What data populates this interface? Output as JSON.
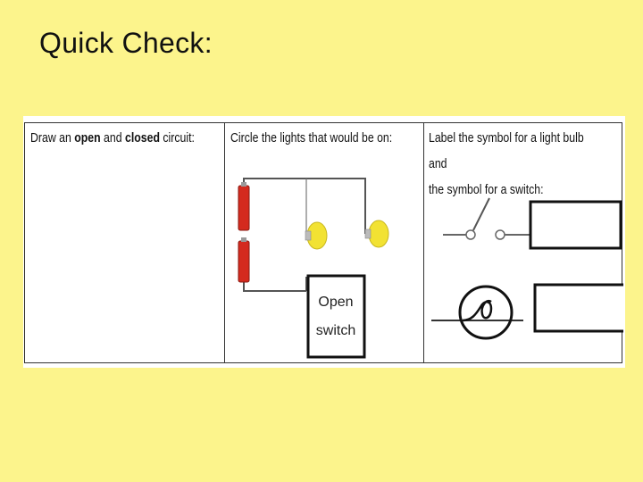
{
  "slide": {
    "title": "Quick Check:"
  },
  "worksheet": {
    "col1": {
      "prompt_a": "Draw an ",
      "prompt_b": "open",
      "prompt_c": " and ",
      "prompt_d": "closed",
      "prompt_e": " circuit:"
    },
    "col2": {
      "prompt": "Circle the lights that would be on:",
      "switch_label_1": "Open",
      "switch_label_2": "switch"
    },
    "col3": {
      "prompt_line1": "Label the symbol for a light bulb and",
      "prompt_line2": "the symbol for a switch:"
    }
  },
  "colors": {
    "background": "#fcf48c",
    "battery": "#d42a1e",
    "bulb": "#f2e233",
    "wire": "#555555"
  }
}
